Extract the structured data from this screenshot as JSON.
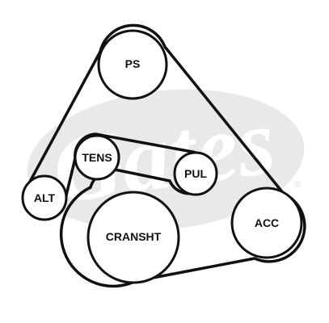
{
  "diagram": {
    "watermark": {
      "brand": "Gates",
      "registered_mark": "®",
      "color": "#e9e9e9"
    },
    "pulleys": {
      "ps": "PS",
      "tens": "TENS",
      "pul": "PUL",
      "alt": "ALT",
      "cransht": "CRANSHT",
      "acc": "ACC"
    },
    "colors": {
      "line": "#111111",
      "background": "#ffffff"
    }
  }
}
